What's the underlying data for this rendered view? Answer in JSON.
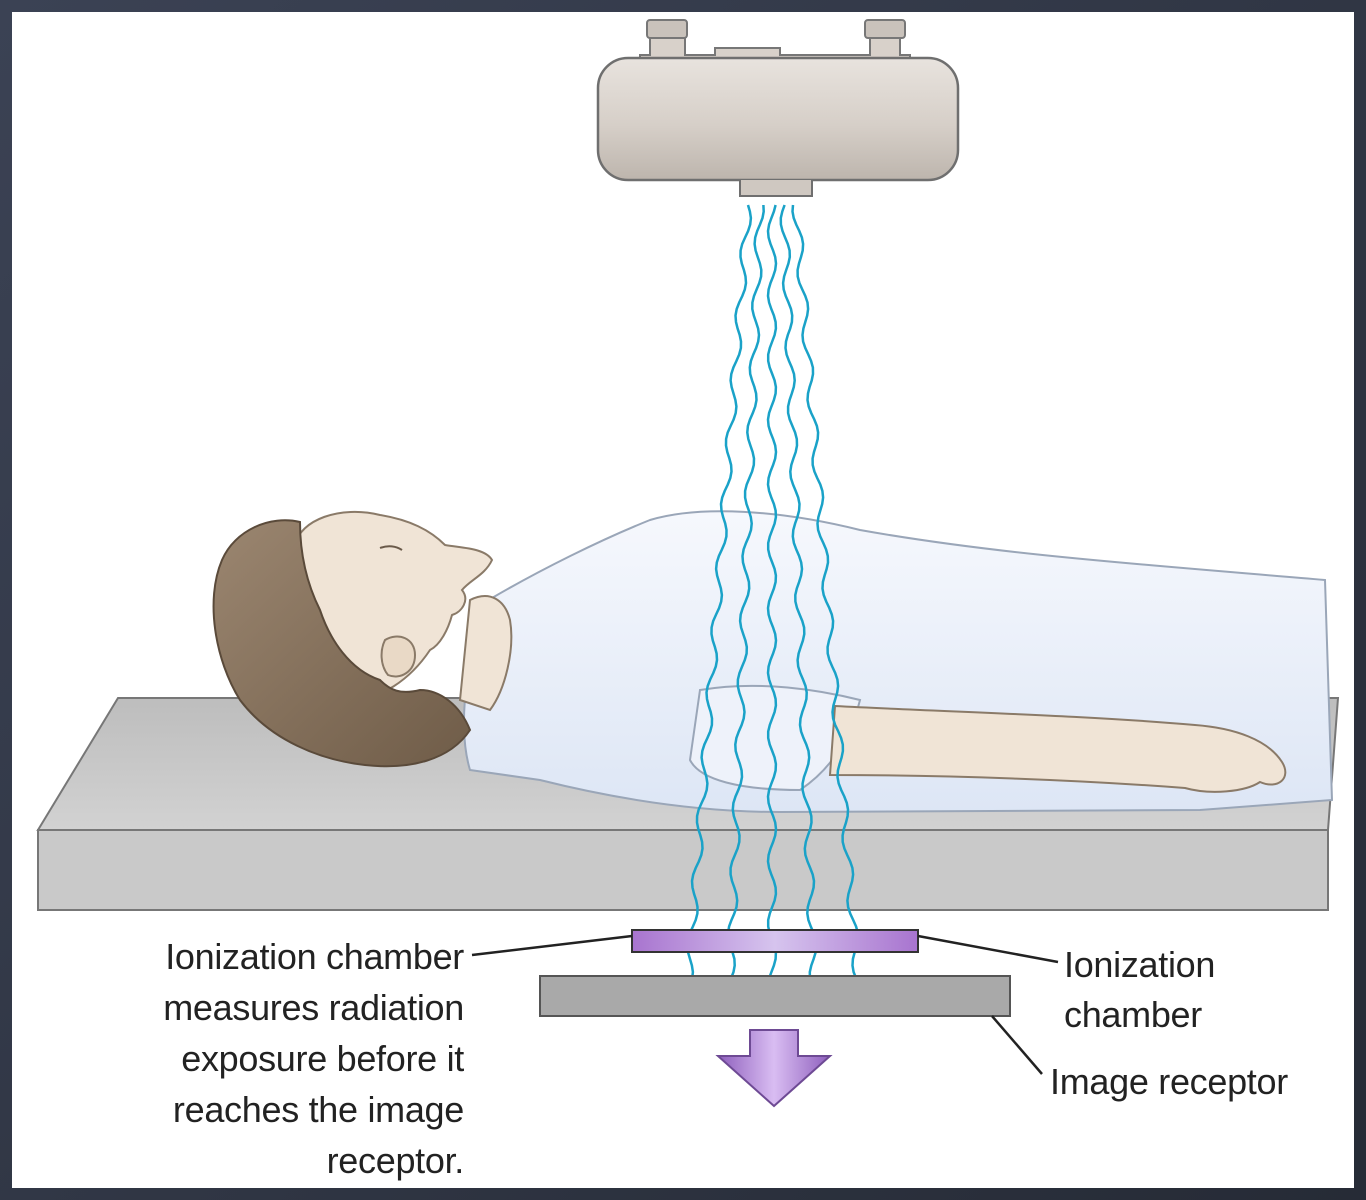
{
  "labels": {
    "ionization_note": {
      "lines": [
        "Ionization chamber",
        "measures radiation",
        "exposure before it",
        "reaches the image",
        "receptor."
      ]
    },
    "ionization_chamber": {
      "lines": [
        "Ionization",
        "chamber"
      ]
    },
    "image_receptor": {
      "lines": [
        "Image receptor"
      ]
    }
  },
  "colors": {
    "xray_beam": "#1aa2c8",
    "ionization_chamber": "#b58ad6",
    "direction_arrow": "#b48ad8",
    "image_receptor": "#a9a9a9",
    "table": "#c4c4c4",
    "tube": "#d8d2cc",
    "hair": "#8a7560",
    "skin": "#f0e4d6",
    "gown": "#eef2fa"
  }
}
